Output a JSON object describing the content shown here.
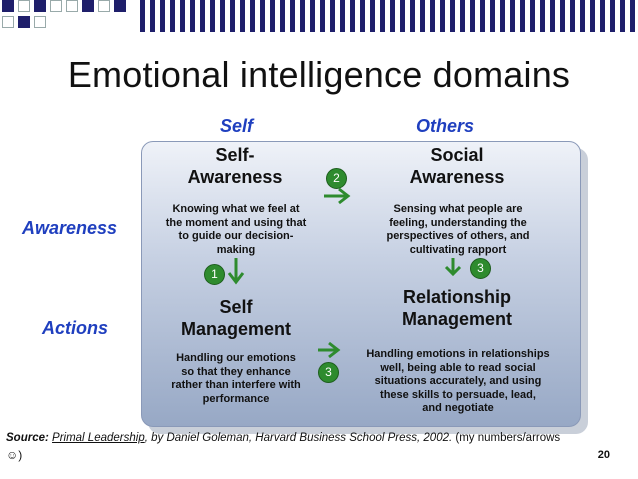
{
  "header": {
    "title": "Emotional intelligence domains"
  },
  "columns": {
    "self": "Self",
    "others": "Others"
  },
  "rows": {
    "awareness": "Awareness",
    "actions": "Actions"
  },
  "quadrants": {
    "self_awareness": {
      "title_line1": "Self-",
      "title_line2": "Awareness",
      "desc": [
        "Knowing what we feel at",
        "the moment and using that",
        "to guide our decision-",
        "making"
      ]
    },
    "social_awareness": {
      "title_line1": "Social",
      "title_line2": "Awareness",
      "desc": [
        "Sensing what people are",
        "feeling, understanding the",
        "perspectives of others, and",
        "cultivating rapport"
      ]
    },
    "self_management": {
      "title_line1": "Self",
      "title_line2": "Management",
      "desc": [
        "Handling our emotions",
        "so that they enhance",
        "rather than interfere with",
        "performance"
      ]
    },
    "relationship_management": {
      "title_line1": "Relationship",
      "title_line2": "Management",
      "desc": [
        "Handling emotions in relationships",
        "well, being able to read social",
        "situations accurately, and using",
        "these skills to persuade, lead,",
        "and negotiate"
      ]
    }
  },
  "badges": {
    "down_left": "1",
    "right_top": "2",
    "down_right": "3",
    "right_bottom": "3"
  },
  "colors": {
    "accent_blue": "#1f3fbf",
    "arrow_green": "#2e8b2e",
    "bar_navy": "#1f1f6b"
  },
  "footer": {
    "source_label": "Source:",
    "book": "Primal Leadership",
    "source_rest": ", by Daniel Goleman, Harvard Business School Press, 2002.",
    "note": " (my numbers/arrows",
    "smiley": "☺)",
    "page_number": "20"
  }
}
